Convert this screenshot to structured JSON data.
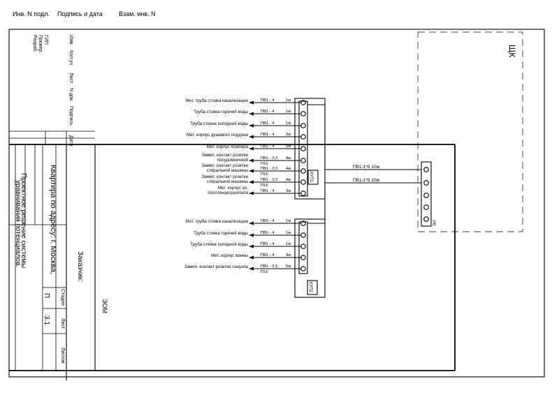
{
  "header": {
    "inv_podl": "Инв. N подл.",
    "podpis_data": "Подпись и дата",
    "vzam_inv": "Взам. инв. N"
  },
  "side_stamp": {
    "rows": [
      "ГИП",
      "Провер.",
      "Разраб."
    ],
    "cols": [
      "Изм.",
      "Кол.уч",
      "Лист",
      "N док.",
      "Подпись",
      "Дата"
    ]
  },
  "title_block": {
    "project_title_1": "Проектное решение системы",
    "project_title_2": "уравнивания потенциалов.",
    "address": "Квартира по адресу: г. Москва,",
    "customer": "Заказчик:",
    "code": "ЭОМ",
    "stage_label": "Стадия",
    "stage_value": "П",
    "sheet_label": "Лист",
    "sheet_value": "3.1",
    "sheets_label": "Листов",
    "sheets_value": ""
  },
  "panel": {
    "label": "ЩК",
    "pe_bus": "PE"
  },
  "cables": {
    "feed_1": "ПВ1-1*6 10м",
    "feed_2": "ПВ1-1*6 10м"
  },
  "box1": {
    "label": "КУП1",
    "rows": [
      {
        "name": "Мет. труба стояка канализации",
        "cable": "ПВ1 - 4",
        "len": "1м"
      },
      {
        "name": "Труба стояка горячей воды",
        "cable": "ПВ1 - 4",
        "len": "1м"
      },
      {
        "name": "Труба стояка холодной воды",
        "cable": "ПВ1 - 4",
        "len": "1м"
      },
      {
        "name": "Мет. корпус душевого поддона",
        "cable": "ПВ1 - 4",
        "len": "2м"
      },
      {
        "name": "Мет. корпус бойлера",
        "cable": "ПВ1 - 4",
        "len": "5м"
      },
      {
        "name": "Замеп. контакт розетки посудомоечной",
        "cable": "ПВ1 - 2,5",
        "len": "4м",
        "note": "П16"
      },
      {
        "name": "Замеп. контакт розетки стиральной машины",
        "cable": "ПВ1 - 2,5",
        "len": "4м",
        "note": "П16"
      },
      {
        "name": "Замеп. контакт розетки стиральной машины",
        "cable": "ПВ1 - 2,5",
        "len": "4м",
        "note": "П16"
      },
      {
        "name": "Мет. корпус эл. полотенцесушителя",
        "cable": "ПВ1 - 4",
        "len": "3м"
      }
    ]
  },
  "box2": {
    "label": "КУП2",
    "rows": [
      {
        "name": "Мет. труба стояка канализации",
        "cable": "ПВ1 - 4",
        "len": "1м"
      },
      {
        "name": "Труба стояка горячей воды",
        "cable": "ПВ1 - 4",
        "len": "1м"
      },
      {
        "name": "Труба стояка холодной воды",
        "cable": "ПВ1 - 4",
        "len": "1м"
      },
      {
        "name": "Мет. корпус ванны",
        "cable": "ПВ1 - 4",
        "len": "3м"
      },
      {
        "name": "Замеп. контакт розетки санузла",
        "cable": "ПВ1 - 2,5",
        "len": "5м",
        "note": "П16"
      }
    ]
  }
}
